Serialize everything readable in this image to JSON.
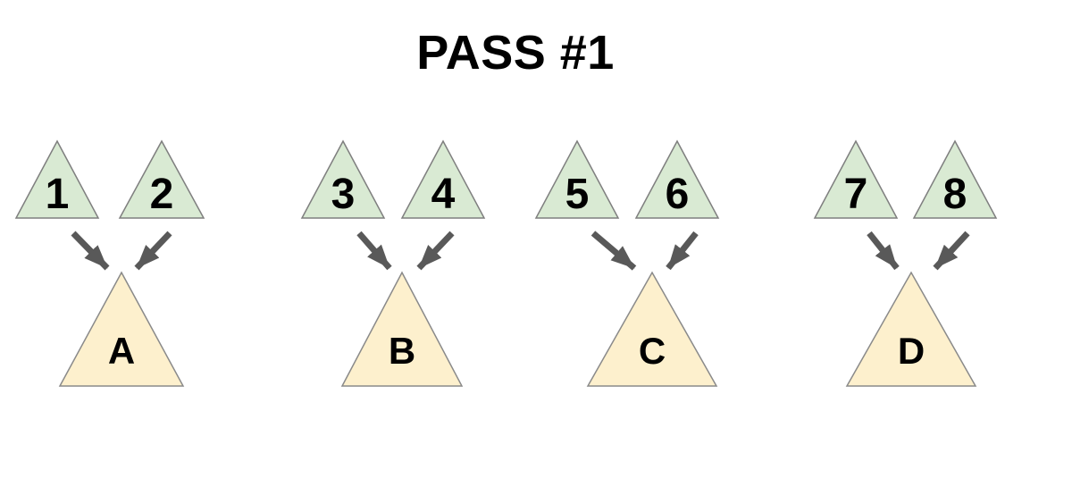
{
  "title": "PASS #1",
  "colors": {
    "background": "#ffffff",
    "input_triangle_fill": "#d9ead3",
    "input_triangle_border": "#7f7f7f",
    "output_triangle_fill": "#fdf0cd",
    "output_triangle_border": "#8a8a8a",
    "arrow": "#595959",
    "label_text": "#000000"
  },
  "groups": [
    {
      "inputs": [
        "1",
        "2"
      ],
      "output": "A"
    },
    {
      "inputs": [
        "3",
        "4"
      ],
      "output": "B"
    },
    {
      "inputs": [
        "5",
        "6"
      ],
      "output": "C"
    },
    {
      "inputs": [
        "7",
        "8"
      ],
      "output": "D"
    }
  ]
}
